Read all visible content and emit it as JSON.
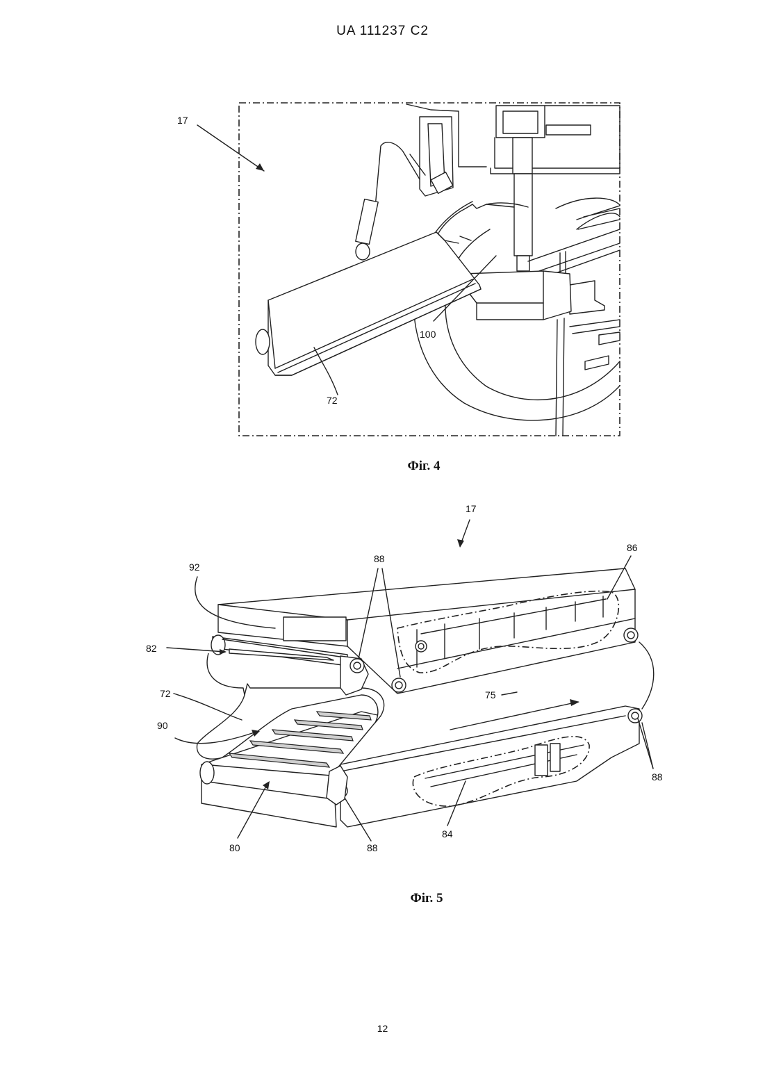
{
  "header": {
    "patent_id": "UA   111237   C2"
  },
  "figure4": {
    "caption": "Фіг. 4",
    "labels": {
      "l17": "17",
      "l100": "100",
      "l72": "72"
    }
  },
  "figure5": {
    "caption": "Фіг. 5",
    "labels": {
      "l17": "17",
      "l86": "86",
      "l88_top": "88",
      "l92": "92",
      "l82": "82",
      "l72": "72",
      "l75": "75",
      "l90": "90",
      "l88_right": "88",
      "l80": "80",
      "l88_bottom": "88",
      "l84": "84"
    }
  },
  "footer": {
    "page_number": "12"
  }
}
